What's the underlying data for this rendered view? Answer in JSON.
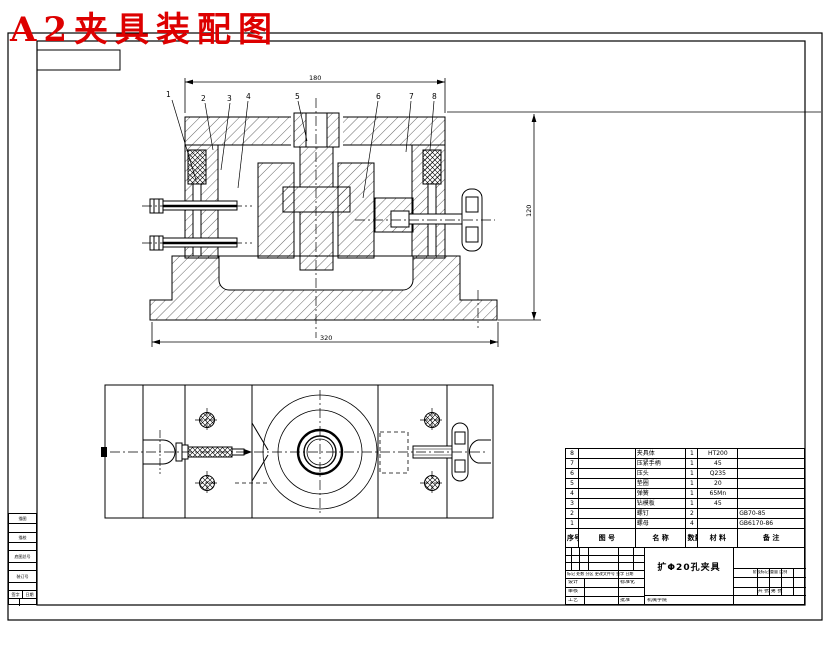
{
  "title": "A2夹具装配图",
  "colors": {
    "title_red": "#dd0000",
    "line": "#000000",
    "paper": "#ffffff"
  },
  "front_view": {
    "callouts": [
      "1",
      "2",
      "3",
      "4",
      "5",
      "6",
      "7",
      "8"
    ],
    "dim_top": "180",
    "dim_bottom": "320",
    "dim_right": "120"
  },
  "bom": {
    "header": {
      "seq": "序号",
      "no": "图  号",
      "name": "名  称",
      "qty": "数量",
      "material": "材  料",
      "remark": "备  注"
    },
    "rows": [
      {
        "seq": "8",
        "no": "",
        "name": "夹具体",
        "qty": "1",
        "material": "HT200",
        "remark": ""
      },
      {
        "seq": "7",
        "no": "",
        "name": "压紧手柄",
        "qty": "1",
        "material": "45",
        "remark": ""
      },
      {
        "seq": "6",
        "no": "",
        "name": "压头",
        "qty": "1",
        "material": "Q235",
        "remark": ""
      },
      {
        "seq": "5",
        "no": "",
        "name": "垫圈",
        "qty": "1",
        "material": "20",
        "remark": ""
      },
      {
        "seq": "4",
        "no": "",
        "name": "弹簧",
        "qty": "1",
        "material": "65Mn",
        "remark": ""
      },
      {
        "seq": "3",
        "no": "",
        "name": "钻模板",
        "qty": "1",
        "material": "45",
        "remark": ""
      },
      {
        "seq": "2",
        "no": "",
        "name": "螺钉",
        "qty": "2",
        "material": "",
        "remark": "GB70-85"
      },
      {
        "seq": "1",
        "no": "",
        "name": "螺母",
        "qty": "4",
        "material": "",
        "remark": "GB6170-86"
      }
    ]
  },
  "title_block": {
    "revision_header": "标记 处数 分区 更改文件号 签字 日期",
    "sig_design": "设计",
    "sig_check": "审核",
    "sig_process": "工艺",
    "sig_standard": "标准化",
    "sig_approve": "批准",
    "drawing_title": "扩Φ20孔夹具",
    "unit_name": "机械学院",
    "stage_labels": "阶段标记 重量 比例",
    "sheet_info": "共 张 第 张"
  },
  "left_strip": {
    "trace": "描图",
    "proof": "描校",
    "base_no": "底图总号",
    "bind_no": "装订号",
    "sign": "签字",
    "date": "日期"
  }
}
